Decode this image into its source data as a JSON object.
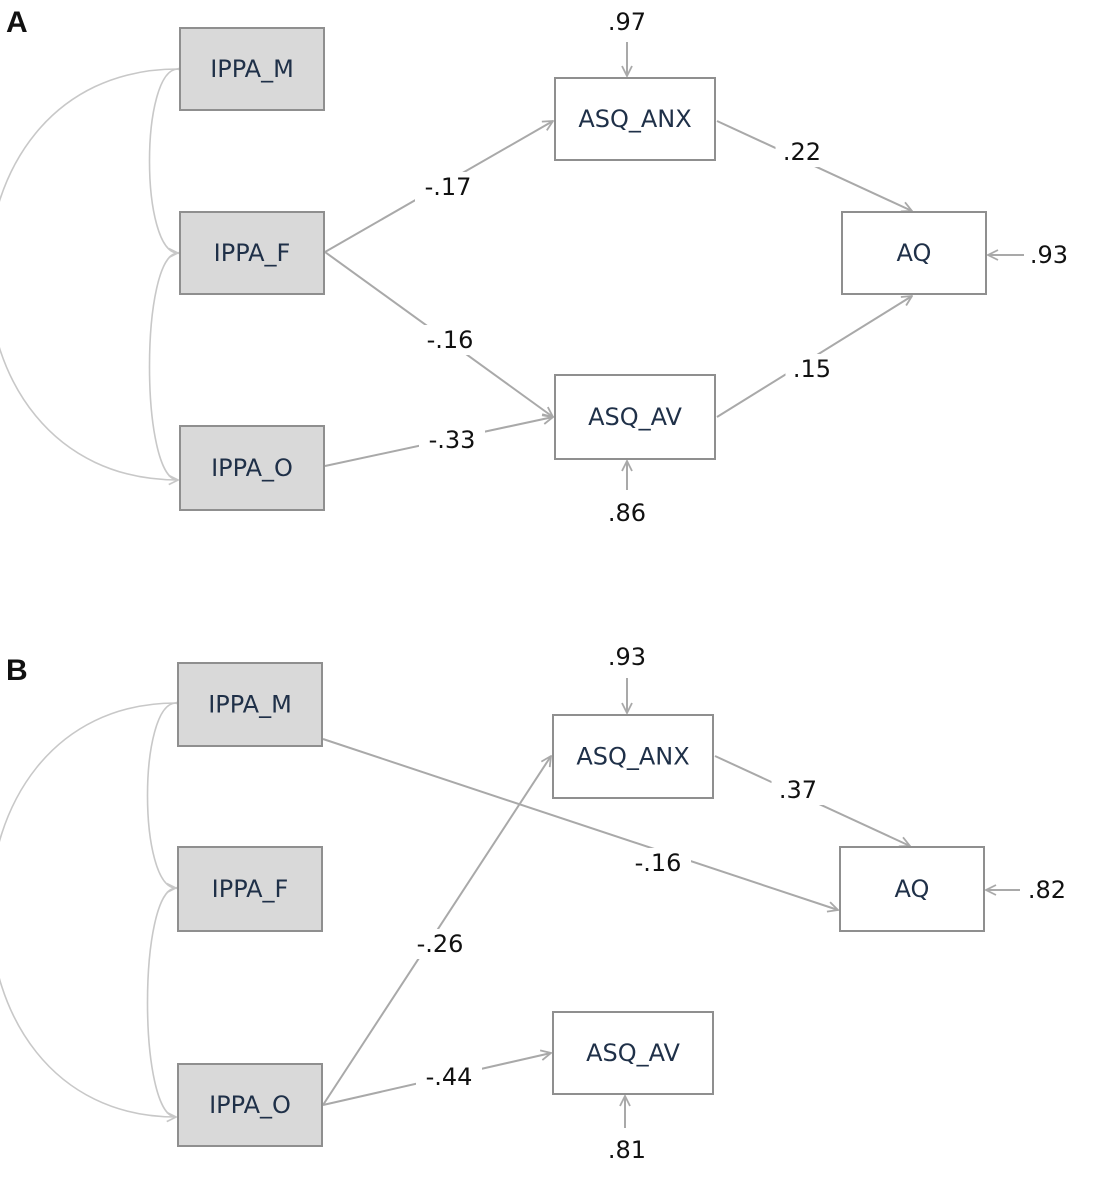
{
  "panels": [
    {
      "label": "A",
      "nodes": [
        {
          "id": "m",
          "label": "IPPA_M",
          "kind": "exo"
        },
        {
          "id": "f",
          "label": "IPPA_F",
          "kind": "exo"
        },
        {
          "id": "o",
          "label": "IPPA_O",
          "kind": "exo"
        },
        {
          "id": "anx",
          "label": "ASQ_ANX",
          "kind": "endo"
        },
        {
          "id": "av",
          "label": "ASQ_AV",
          "kind": "endo"
        },
        {
          "id": "aq",
          "label": "AQ",
          "kind": "endo"
        }
      ],
      "paths": [
        {
          "from": "f",
          "to": "anx",
          "coef": "-.17"
        },
        {
          "from": "f",
          "to": "av",
          "coef": "-.16"
        },
        {
          "from": "o",
          "to": "av",
          "coef": "-.33"
        },
        {
          "from": "anx",
          "to": "aq",
          "coef": ".22"
        },
        {
          "from": "av",
          "to": "aq",
          "coef": ".15"
        }
      ],
      "residuals": [
        {
          "node": "anx",
          "value": ".97"
        },
        {
          "node": "av",
          "value": ".86"
        },
        {
          "node": "aq",
          "value": ".93"
        }
      ]
    },
    {
      "label": "B",
      "nodes": [
        {
          "id": "m",
          "label": "IPPA_M",
          "kind": "exo"
        },
        {
          "id": "f",
          "label": "IPPA_F",
          "kind": "exo"
        },
        {
          "id": "o",
          "label": "IPPA_O",
          "kind": "exo"
        },
        {
          "id": "anx",
          "label": "ASQ_ANX",
          "kind": "endo"
        },
        {
          "id": "av",
          "label": "ASQ_AV",
          "kind": "endo"
        },
        {
          "id": "aq",
          "label": "AQ",
          "kind": "endo"
        }
      ],
      "paths": [
        {
          "from": "m",
          "to": "aq",
          "coef": "-.16"
        },
        {
          "from": "o",
          "to": "anx",
          "coef": "-.26"
        },
        {
          "from": "o",
          "to": "av",
          "coef": "-.44"
        },
        {
          "from": "anx",
          "to": "aq",
          "coef": ".37"
        }
      ],
      "residuals": [
        {
          "node": "anx",
          "value": ".93"
        },
        {
          "node": "av",
          "value": ".81"
        },
        {
          "node": "aq",
          "value": ".82"
        }
      ]
    }
  ]
}
